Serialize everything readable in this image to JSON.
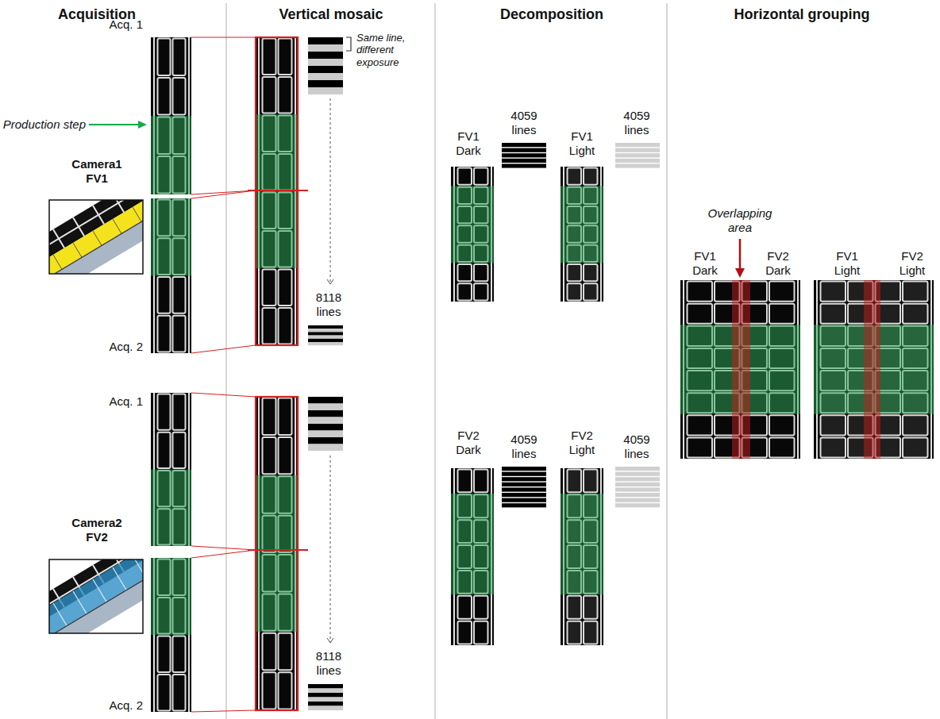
{
  "diagram": {
    "labels": [
      "Acquisition",
      "Vertical mosaic",
      "Decomposition",
      "Horizontal grouping",
      "Acq. 1",
      "Same line, different exposure",
      "Production step",
      "Camera1 FV1",
      "FV1 Dark",
      "4059 lines",
      "FV1 Light",
      "4059 lines",
      "Overlapping area",
      "FV1 Dark",
      "FV2 Dark",
      "FV1 Light",
      "FV2 Light",
      "8118 lines",
      "Acq. 2",
      "Acq. 1",
      "FV2 Dark",
      "4059 lines",
      "FV2 Light",
      "4059 lines",
      "Camera2 FV2",
      "8118 lines",
      "Acq. 2"
    ]
  }
}
